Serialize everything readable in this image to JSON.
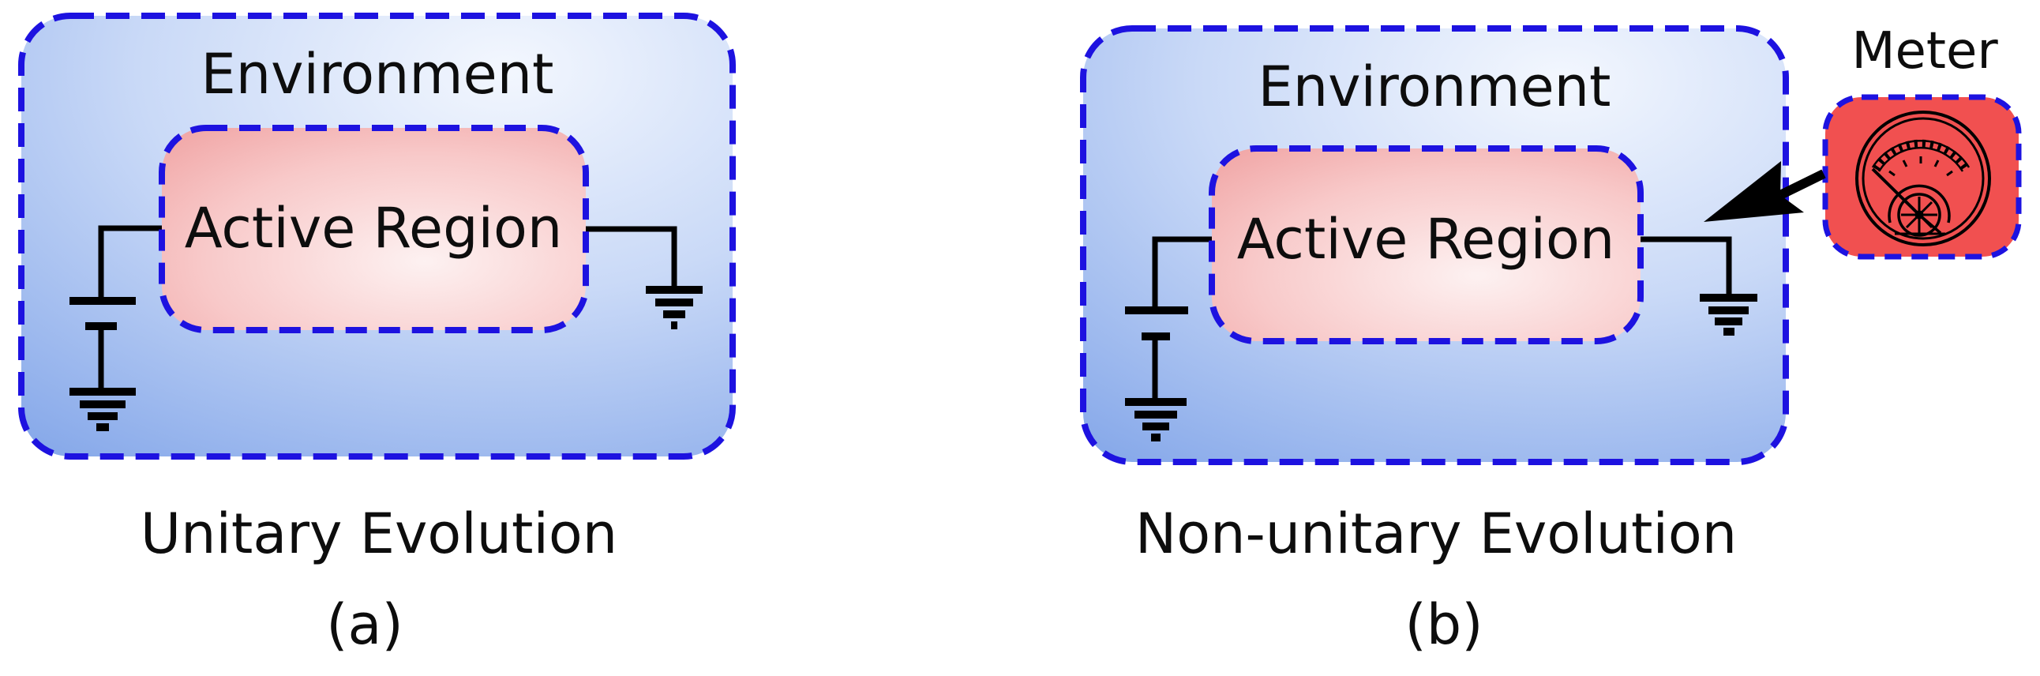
{
  "figure": {
    "background": "#ffffff",
    "colors": {
      "dashed_border_blue": "#1d12e0",
      "environment_fill_light": "#f3f7fe",
      "environment_fill_mid": "#c9d9f7",
      "environment_fill_dark": "#7fa3e8",
      "active_region_fill_light": "#fdf1f1",
      "active_region_fill_mid": "#f8c9c9",
      "active_region_fill_dark": "#ef9e9e",
      "meter_fill_red": "#f15050",
      "line_black": "#000000",
      "text_black": "#0d0d0d"
    },
    "icons": {
      "battery": "battery-cell-icon",
      "ground": "ground-icon",
      "meter_gauge": "analog-meter-gauge-icon",
      "arrow": "measurement-arrow-icon"
    },
    "panels": [
      {
        "environment_label": "Environment",
        "active_region_label": "Active Region",
        "caption": "Unitary Evolution",
        "index_label": "(a)"
      },
      {
        "environment_label": "Environment",
        "active_region_label": "Active Region",
        "caption": "Non-unitary Evolution",
        "index_label": "(b)",
        "meter_label": "Meter"
      }
    ]
  }
}
